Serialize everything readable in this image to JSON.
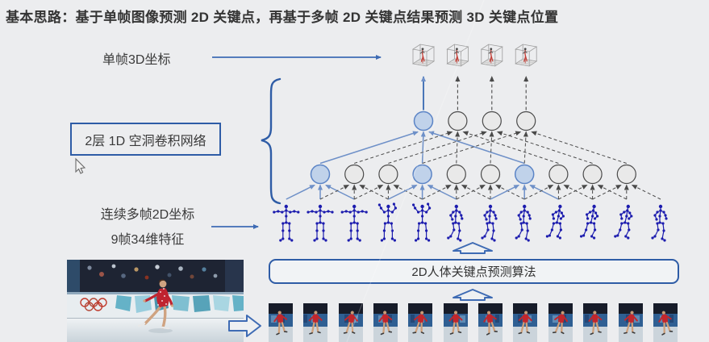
{
  "slide": {
    "title": "基本思路：基于单帧图像预测 2D 关键点，再基于多帧 2D 关键点结果预测 3D 关键点位置",
    "labels": {
      "single_frame_3d": "单帧3D坐标",
      "conv_network_box": "2层 1D 空洞卷积网络",
      "multi_frame_2d_line1": "连续多帧2D坐标",
      "multi_frame_2d_line2": "9帧34维特征",
      "algo_box": "2D人体关键点预测算法"
    }
  },
  "diagram": {
    "type": "temporal-dilated-convolution-network",
    "input_skeleton_frames": 12,
    "hidden_nodes": 10,
    "output_nodes": 4,
    "output_3d_plots": 4,
    "hidden_highlight_indices": [
      0,
      3,
      6
    ],
    "output_highlight_indices": [
      0
    ],
    "kernel_size": 3,
    "output_dilation": 3,
    "video_frames": 12
  },
  "colors": {
    "background": "#ecedef",
    "accent_blue": "#3e6bb4",
    "edge_blue": "#6e90c8",
    "node_blue_fill": "#c0d2ea",
    "node_blue_stroke": "#5b84c6",
    "node_gray_fill": "#e9e9e9",
    "node_gray_stroke": "#4a4a4a",
    "dashed_edge": "#4a4a4a",
    "skeleton_blue": "#1c1cae",
    "box_border": "#2e5ca6",
    "plot_red": "#c23b33",
    "title_text": "#343434"
  }
}
